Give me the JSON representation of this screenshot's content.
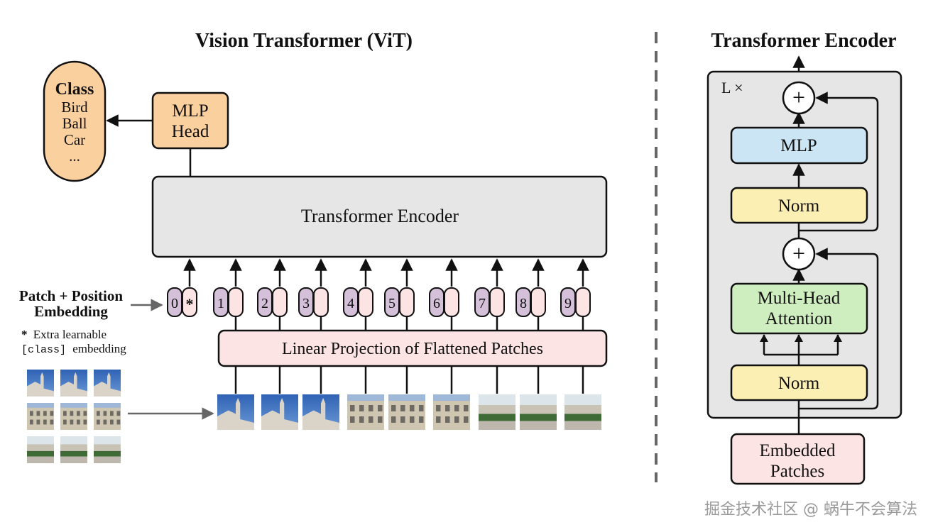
{
  "vit": {
    "title": "Vision Transformer (ViT)",
    "class_box": {
      "heading": "Class",
      "items": [
        "Bird",
        "Ball",
        "Car",
        "..."
      ]
    },
    "mlp_head": {
      "line1": "MLP",
      "line2": "Head"
    },
    "encoder_label": "Transformer Encoder",
    "embedding_label": {
      "line1": "Patch + Position",
      "line2": "Embedding"
    },
    "extra_note": {
      "star": "*",
      "line1": "Extra learnable",
      "class_token": "[class]",
      "embedding_word": "embedding"
    },
    "tokens": [
      "0",
      "1",
      "2",
      "3",
      "4",
      "5",
      "6",
      "7",
      "8",
      "9"
    ],
    "class_token_mark": "*",
    "projection_label": "Linear Projection of Flattened Patches"
  },
  "encoder_detail": {
    "title": "Transformer Encoder",
    "repeat_label": "L ×",
    "plus_symbol": "+",
    "mlp_label": "MLP",
    "norm_label": "Norm",
    "attention": {
      "line1": "Multi-Head",
      "line2": "Attention"
    },
    "embedded": {
      "line1": "Embedded",
      "line2": "Patches"
    }
  },
  "colors": {
    "class_fill": "#fbd09f",
    "mlp_head_fill": "#fbd09f",
    "encoder_fill": "#e6e6e6",
    "token_position_fill": "#d4c1d9",
    "token_embed_fill": "#fde4e4",
    "projection_fill": "#fde4e4",
    "mlp_fill": "#cce5f5",
    "norm_fill": "#fcefb4",
    "attention_fill": "#cfeec0",
    "embedded_fill": "#fde4e4",
    "panel_fill": "#e6e6e6"
  },
  "watermark": "掘金技术社区 @ 蜗牛不会算法"
}
